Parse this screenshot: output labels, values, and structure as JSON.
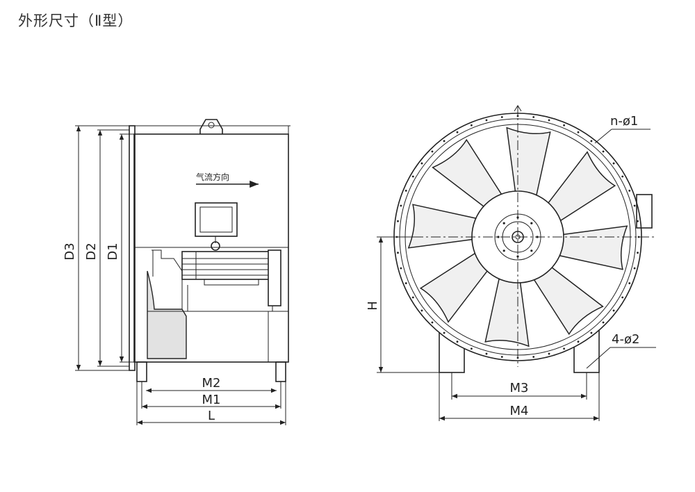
{
  "title": "外形尺寸（Ⅱ型）",
  "side_view": {
    "airflow_label": "气流方向",
    "dims": {
      "d3": "D3",
      "d2": "D2",
      "d1": "D1",
      "m2": "M2",
      "m1": "M1",
      "l": "L"
    }
  },
  "front_view": {
    "dims": {
      "holes1": "n-ø1",
      "holes2": "4-ø2",
      "h": "H",
      "m3": "M3",
      "m4": "M4"
    },
    "blade_count": 8
  }
}
